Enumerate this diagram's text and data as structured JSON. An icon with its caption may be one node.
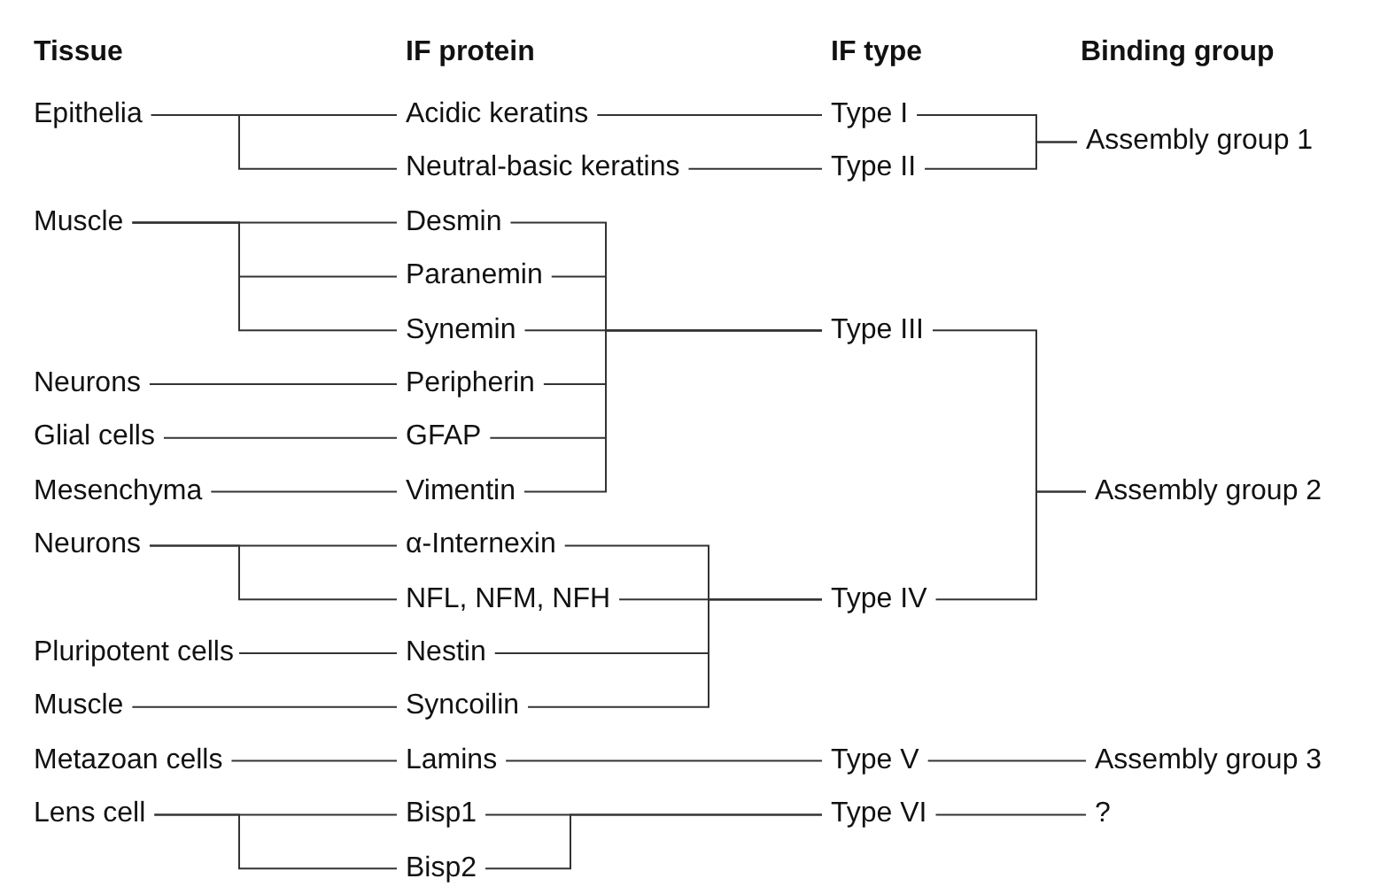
{
  "diagram": {
    "nodes": [
      {
        "text": [
          "Epithelia"
        ]
      },
      {
        "text": [
          "Muscle"
        ]
      },
      {
        "text": [
          "Neurons"
        ]
      },
      {
        "text": [
          "Glial cells"
        ]
      },
      {
        "text": [
          "Mesenchyma"
        ]
      },
      {
        "text": [
          "Neurons"
        ]
      },
      {
        "text": [
          "Pluripotent cells"
        ]
      },
      {
        "text": [
          "Muscle"
        ]
      },
      {
        "text": [
          "Metazoan cells"
        ]
      },
      {
        "text": [
          "Lens cell"
        ]
      },
      {
        "text": [
          "Acidic keratins"
        ]
      },
      {
        "text": [
          "Neutral-basic keratins"
        ]
      },
      {
        "text": [
          "Desmin"
        ]
      },
      {
        "text": [
          "Paranemin"
        ]
      },
      {
        "text": [
          "Synemin"
        ]
      },
      {
        "text": [
          "Peripherin"
        ]
      },
      {
        "text": [
          "GFAP"
        ]
      },
      {
        "text": [
          "Vimentin"
        ]
      },
      {
        "text": [
          "α-Internexin"
        ]
      },
      {
        "text": [
          "NFL, NFM, NFH"
        ]
      },
      {
        "text": [
          "Nestin"
        ]
      },
      {
        "text": [
          "Syncoilin"
        ]
      },
      {
        "text": [
          "Lamins"
        ]
      },
      {
        "text": [
          "Bisp1"
        ]
      },
      {
        "text": [
          "Bisp2"
        ]
      },
      {
        "text": [
          "Type I"
        ]
      },
      {
        "text": [
          "Type II"
        ]
      },
      {
        "text": [
          "Type III"
        ]
      },
      {
        "text": [
          "Type IV"
        ]
      },
      {
        "text": [
          "Type V"
        ]
      },
      {
        "text": [
          "Type VI"
        ]
      },
      {
        "text": [
          "Assembly group 1"
        ]
      },
      {
        "text": [
          "Assembly group 2"
        ]
      },
      {
        "text": [
          "Assembly group 3"
        ]
      },
      {
        "text": [
          "?"
        ]
      }
    ],
    "edges": [
      {
        "from": 0,
        "to": 10,
        "arrow": "none"
      },
      {
        "from": 0,
        "to": 11,
        "arrow": "none"
      },
      {
        "from": 1,
        "to": 12,
        "arrow": "none"
      },
      {
        "from": 1,
        "to": 13,
        "arrow": "none"
      },
      {
        "from": 1,
        "to": 14,
        "arrow": "none"
      },
      {
        "from": 2,
        "to": 15,
        "arrow": "none"
      },
      {
        "from": 3,
        "to": 16,
        "arrow": "none"
      },
      {
        "from": 4,
        "to": 17,
        "arrow": "none"
      },
      {
        "from": 5,
        "to": 18,
        "arrow": "none"
      },
      {
        "from": 5,
        "to": 19,
        "arrow": "none"
      },
      {
        "from": 6,
        "to": 20,
        "arrow": "none"
      },
      {
        "from": 7,
        "to": 21,
        "arrow": "none"
      },
      {
        "from": 8,
        "to": 22,
        "arrow": "none"
      },
      {
        "from": 9,
        "to": 23,
        "arrow": "none"
      },
      {
        "from": 9,
        "to": 24,
        "arrow": "none"
      },
      {
        "from": 10,
        "to": 25,
        "arrow": "none"
      },
      {
        "from": 11,
        "to": 26,
        "arrow": "none"
      },
      {
        "from": 12,
        "to": 27,
        "arrow": "none"
      },
      {
        "from": 13,
        "to": 27,
        "arrow": "none"
      },
      {
        "from": 14,
        "to": 27,
        "arrow": "none"
      },
      {
        "from": 15,
        "to": 27,
        "arrow": "none"
      },
      {
        "from": 16,
        "to": 27,
        "arrow": "none"
      },
      {
        "from": 17,
        "to": 27,
        "arrow": "none"
      },
      {
        "from": 18,
        "to": 28,
        "arrow": "none"
      },
      {
        "from": 19,
        "to": 28,
        "arrow": "none"
      },
      {
        "from": 20,
        "to": 28,
        "arrow": "none"
      },
      {
        "from": 21,
        "to": 28,
        "arrow": "none"
      },
      {
        "from": 22,
        "to": 29,
        "arrow": "none"
      },
      {
        "from": 23,
        "to": 30,
        "arrow": "none"
      },
      {
        "from": 24,
        "to": 30,
        "arrow": "none"
      },
      {
        "from": 25,
        "to": 31,
        "arrow": "none"
      },
      {
        "from": 26,
        "to": 31,
        "arrow": "none"
      },
      {
        "from": 27,
        "to": 32,
        "arrow": "none"
      },
      {
        "from": 28,
        "to": 32,
        "arrow": "none"
      },
      {
        "from": 29,
        "to": 33,
        "arrow": "none"
      },
      {
        "from": 30,
        "to": 34,
        "arrow": "none"
      }
    ],
    "labels": [
      "Tissue",
      "IF protein",
      "IF type",
      "Binding group"
    ]
  }
}
